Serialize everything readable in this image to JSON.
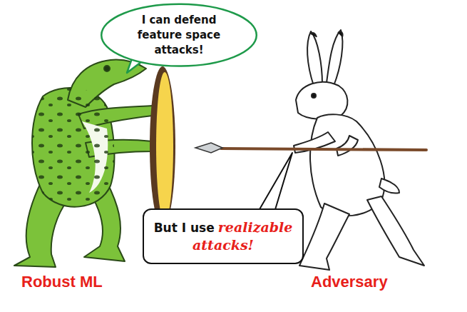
{
  "diagram": {
    "nodes": [
      {
        "text": [
          "I can defend feature space attacks!"
        ]
      },
      {
        "text": [
          "But I use",
          "realizable attacks!"
        ]
      }
    ],
    "labels": [
      "Robust ML",
      "Adversary"
    ]
  }
}
